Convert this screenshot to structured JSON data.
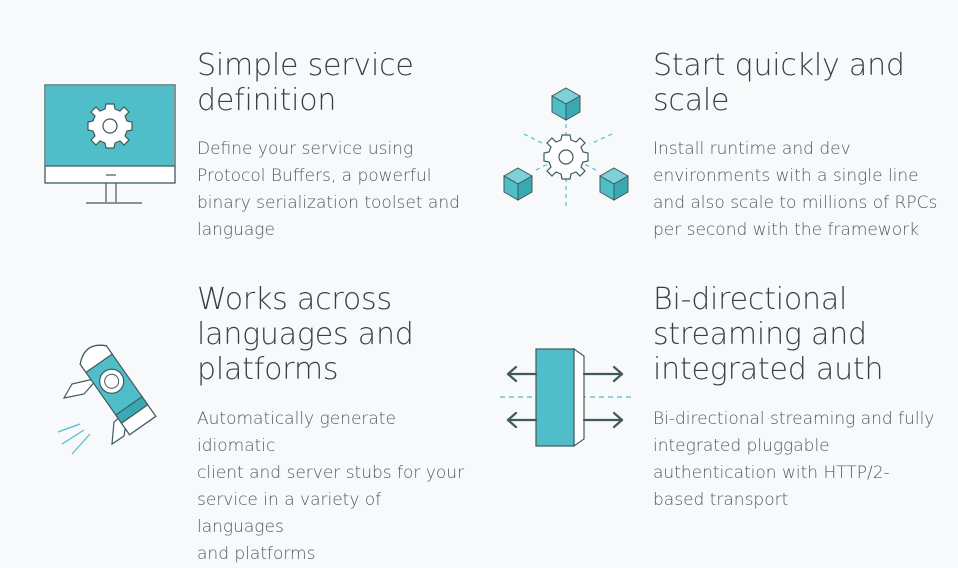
{
  "features": [
    {
      "title_lines": [
        "Simple service",
        "definition"
      ],
      "description_lines": [
        "Define your service using",
        "Protocol Buffers, a powerful",
        "binary serialization toolset and",
        "language"
      ],
      "icon": "monitor-gear-icon"
    },
    {
      "title_lines": [
        "Start quickly and",
        "scale"
      ],
      "description_lines": [
        "Install runtime and dev",
        "environments with a single line",
        "and also scale to millions of RPCs",
        "per second with the framework"
      ],
      "icon": "gear-cubes-network-icon"
    },
    {
      "title_lines": [
        "Works across",
        "languages and",
        "platforms"
      ],
      "description_lines": [
        "Automatically generate idiomatic",
        "client and server stubs for your",
        "service in a variety of languages",
        "and platforms"
      ],
      "icon": "rocket-icon"
    },
    {
      "title_lines": [
        "Bi-directional",
        "streaming and",
        "integrated auth"
      ],
      "description_lines": [
        "Bi-directional streaming and fully",
        "integrated pluggable",
        "authentication with HTTP/2-",
        "based transport"
      ],
      "icon": "bidirectional-arrows-icon"
    }
  ],
  "colors": {
    "teal": "#50bec8",
    "outline": "#3f5a5e",
    "background": "#f7f9fa",
    "title": "#3a3f43",
    "text": "#545a5f"
  }
}
